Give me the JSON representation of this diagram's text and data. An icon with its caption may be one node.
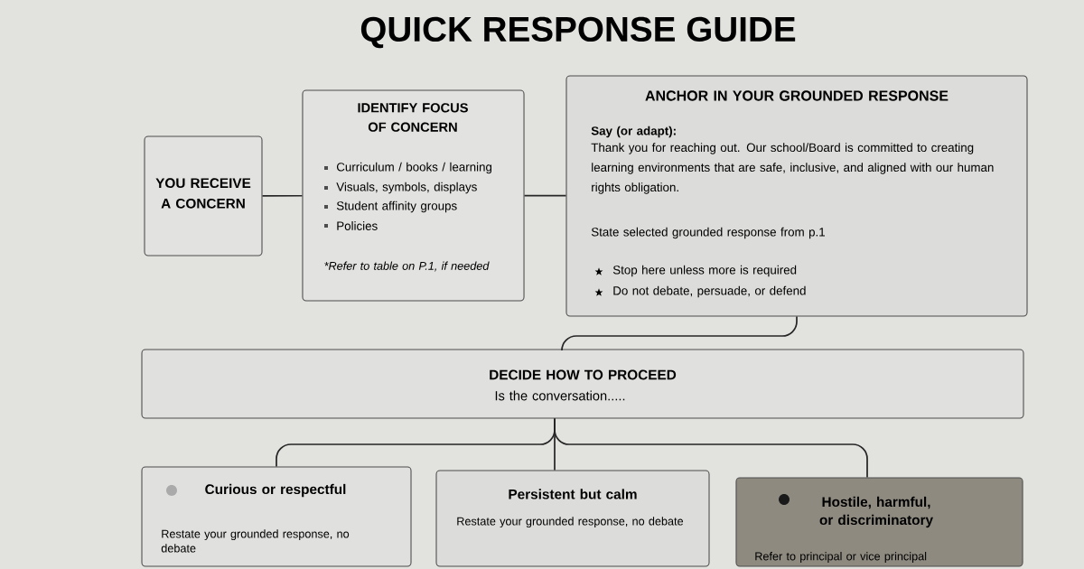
{
  "diagram": {
    "title": "QUICK RESPONSE GUIDE",
    "nodes": [
      {
        "text": [
          "YOU RECEIVE A CONCERN"
        ]
      },
      {
        "text": [
          "IDENTIFY FOCUS OF CONCERN",
          "Curriculum / books / learning",
          "Visuals, symbols, displays",
          "Student affinity groups",
          "Policies",
          "*Refer to table on P.1, if needed"
        ]
      },
      {
        "text": [
          "ANCHOR IN YOUR GROUNDED RESPONSE",
          "Say (or adapt):",
          "Thank you for reaching out. Our school/Board is committed to creating learning environments that are safe, inclusive, and aligned with our human rights obligation.",
          "State selected grounded response from p.1",
          "Stop here unless more is required",
          "Do not debate, persuade, or defend"
        ]
      },
      {
        "text": [
          "DECIDE HOW TO PROCEED",
          "Is the conversation....."
        ]
      },
      {
        "text": [
          "Curious or respectful",
          "Restate your grounded response, no debate"
        ]
      },
      {
        "text": [
          "Persistent but calm",
          "Restate your grounded response, no debate"
        ]
      },
      {
        "text": [
          "Hostile, harmful, or discriminatory",
          "Refer to principal or vice principal"
        ]
      }
    ],
    "edges": [
      {
        "from": 0,
        "to": 1,
        "arrow": "none"
      },
      {
        "from": 1,
        "to": 2,
        "arrow": "none"
      },
      {
        "from": 2,
        "to": 3,
        "arrow": "none"
      },
      {
        "from": 3,
        "to": 4,
        "arrow": "none"
      },
      {
        "from": 3,
        "to": 5,
        "arrow": "none"
      },
      {
        "from": 3,
        "to": 6,
        "arrow": "none"
      }
    ]
  }
}
